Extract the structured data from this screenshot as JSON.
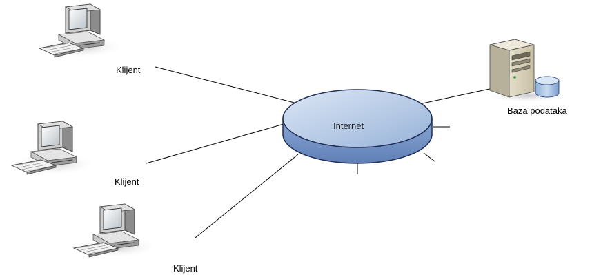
{
  "diagram": {
    "network": {
      "label": "Internet",
      "icon": "network-disc-icon"
    },
    "clients": [
      {
        "label": "Klijent",
        "icon": "desktop-computer-icon"
      },
      {
        "label": "Klijent",
        "icon": "desktop-computer-icon"
      },
      {
        "label": "Klijent",
        "icon": "desktop-computer-icon"
      }
    ],
    "server": {
      "label": "Baza podataka",
      "icon": "database-server-icon"
    },
    "colors": {
      "disc_fill_top": "#b9cde6",
      "disc_fill_side": "#7f9ccc",
      "disc_stroke": "#1f2f55",
      "line": "#000000"
    }
  }
}
